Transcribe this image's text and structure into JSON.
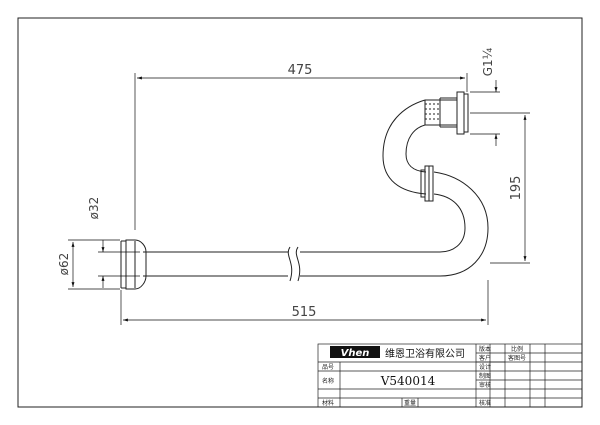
{
  "dimensions": {
    "overall_length_top": "475",
    "overall_length_bottom": "515",
    "vertical_height": "195",
    "thread_size": "G1¼",
    "pipe_diameter": "ø32",
    "flange_diameter": "ø62"
  },
  "title_block": {
    "logo_text": "Vhen",
    "company_name": "维恩卫浴有限公司",
    "labels": {
      "version": "版本",
      "scale": "比例",
      "customer": "客户",
      "customer_model": "客图号",
      "item_no": "品号",
      "design": "设计",
      "drawing": "制图",
      "name": "名称",
      "check": "审核",
      "material": "材料",
      "weight": "重量",
      "approve": "核准"
    },
    "part_number": "V540014"
  }
}
